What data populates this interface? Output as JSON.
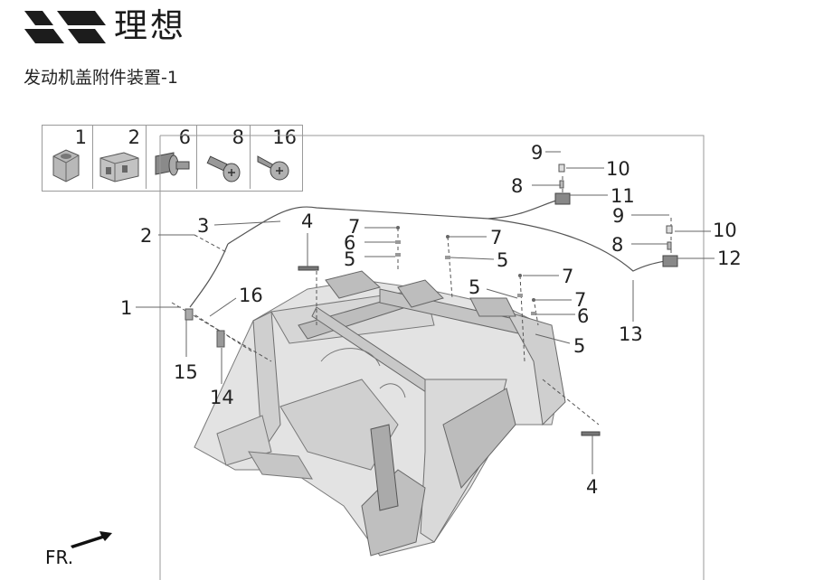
{
  "brand": {
    "name": "理想"
  },
  "title": "发动机盖附件装置-1",
  "inset": {
    "cells": [
      "1",
      "2",
      "6",
      "8",
      "16"
    ]
  },
  "callouts": [
    {
      "id": "c9a",
      "text": "9"
    },
    {
      "id": "c10a",
      "text": "10"
    },
    {
      "id": "c8a",
      "text": "8"
    },
    {
      "id": "c11",
      "text": "11"
    },
    {
      "id": "c9b",
      "text": "9"
    },
    {
      "id": "c10b",
      "text": "10"
    },
    {
      "id": "c8b",
      "text": "8"
    },
    {
      "id": "c12",
      "text": "12"
    },
    {
      "id": "c13",
      "text": "13"
    },
    {
      "id": "c3",
      "text": "3"
    },
    {
      "id": "c2",
      "text": "2"
    },
    {
      "id": "c4a",
      "text": "4"
    },
    {
      "id": "c7a",
      "text": "7"
    },
    {
      "id": "c6a",
      "text": "6"
    },
    {
      "id": "c5a",
      "text": "5"
    },
    {
      "id": "c7b",
      "text": "7"
    },
    {
      "id": "c5b",
      "text": "5"
    },
    {
      "id": "c7c",
      "text": "7"
    },
    {
      "id": "c5c",
      "text": "5"
    },
    {
      "id": "c7d",
      "text": "7"
    },
    {
      "id": "c6b",
      "text": "6"
    },
    {
      "id": "c5d",
      "text": "5"
    },
    {
      "id": "c16",
      "text": "16"
    },
    {
      "id": "c1",
      "text": "1"
    },
    {
      "id": "c15",
      "text": "15"
    },
    {
      "id": "c14",
      "text": "14"
    },
    {
      "id": "c4b",
      "text": "4"
    }
  ],
  "direction_label": "FR."
}
